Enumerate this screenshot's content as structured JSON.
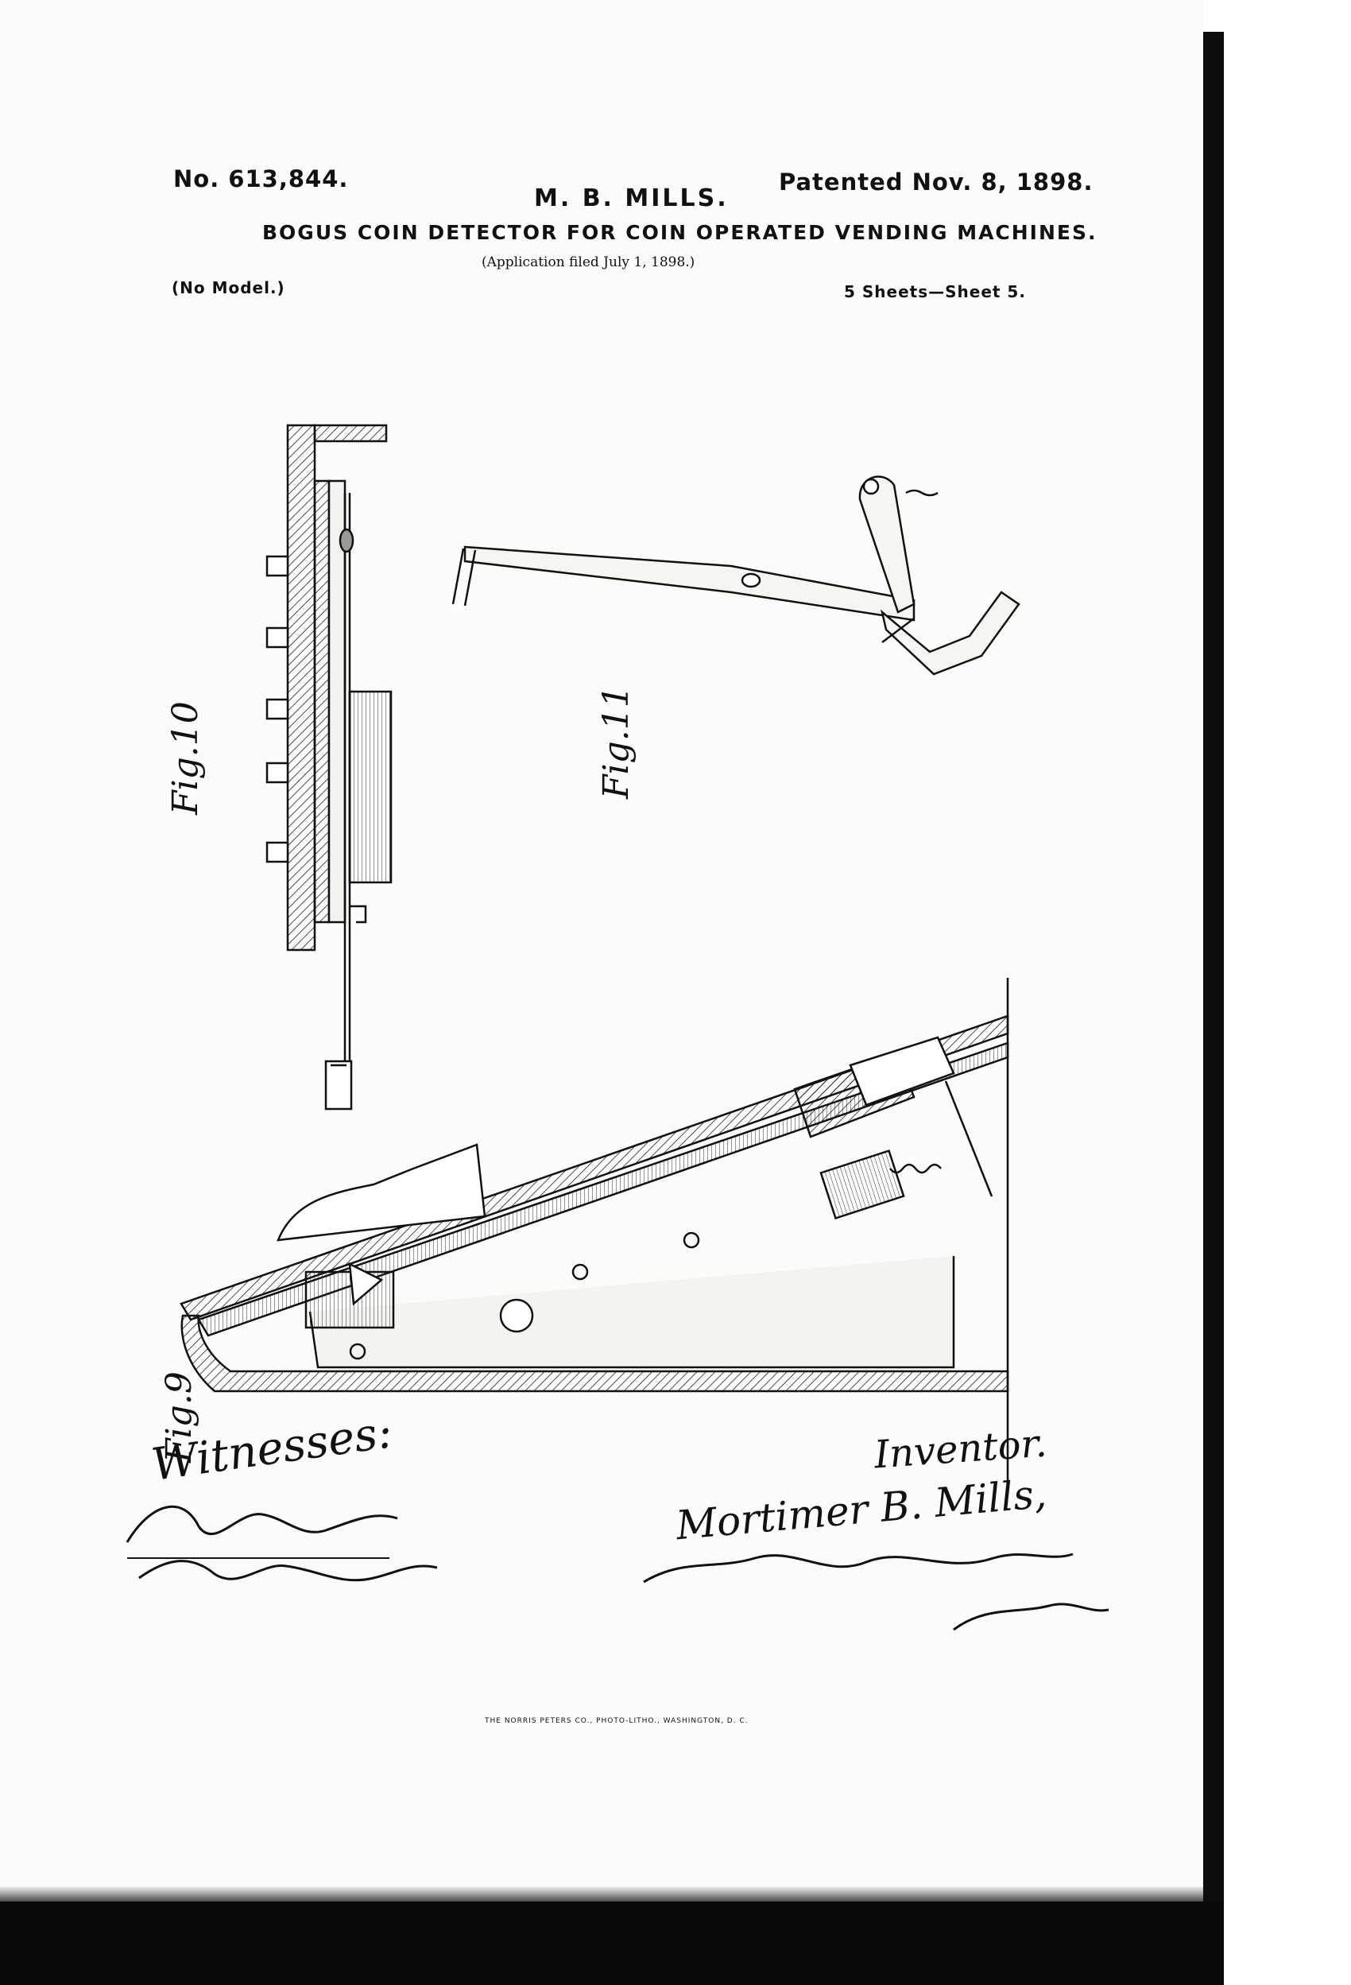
{
  "header": {
    "patent_number": "No. 613,844.",
    "patent_date": "Patented Nov. 8, 1898.",
    "inventor_short": "M. B. MILLS.",
    "title": "BOGUS COIN DETECTOR FOR COIN OPERATED VENDING MACHINES.",
    "application": "(Application filed July 1, 1898.)",
    "model": "(No Model.)",
    "sheets": "5 Sheets—Sheet 5."
  },
  "figures": {
    "fig10": "Fig.10",
    "fig11": "Fig.11",
    "fig9": "Fig.9"
  },
  "signatures": {
    "witnesses_label": "Witnesses:",
    "inventor_label": "Inventor.",
    "inventor_name": "Mortimer B. Mills,"
  },
  "printer": "THE NORRIS PETERS CO., PHOTO-LITHO., WASHINGTON, D. C.",
  "colors": {
    "ink": "#111111",
    "paper": "#fbfbf9",
    "scan_border": "#0d0d0d"
  }
}
